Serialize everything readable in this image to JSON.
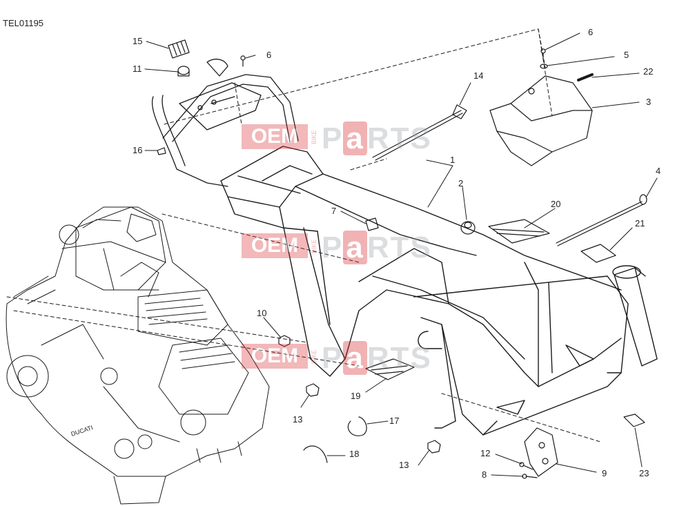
{
  "reference_code": "TEL01195",
  "watermark": {
    "brand_left": "OEM",
    "brand_vertical": "BIKE",
    "brand_right_1": "P",
    "brand_right_2": "a",
    "brand_right_3": "RTS"
  },
  "engine_logo": "DUCATI",
  "callouts": [
    {
      "id": "1",
      "label": "1"
    },
    {
      "id": "2",
      "label": "2"
    },
    {
      "id": "3",
      "label": "3"
    },
    {
      "id": "4",
      "label": "4"
    },
    {
      "id": "5",
      "label": "5"
    },
    {
      "id": "6a",
      "label": "6"
    },
    {
      "id": "6b",
      "label": "6"
    },
    {
      "id": "7",
      "label": "7"
    },
    {
      "id": "8",
      "label": "8"
    },
    {
      "id": "9",
      "label": "9"
    },
    {
      "id": "10",
      "label": "10"
    },
    {
      "id": "11",
      "label": "11"
    },
    {
      "id": "12",
      "label": "12"
    },
    {
      "id": "13a",
      "label": "13"
    },
    {
      "id": "13b",
      "label": "13"
    },
    {
      "id": "14",
      "label": "14"
    },
    {
      "id": "15",
      "label": "15"
    },
    {
      "id": "16",
      "label": "16"
    },
    {
      "id": "17",
      "label": "17"
    },
    {
      "id": "18",
      "label": "18"
    },
    {
      "id": "19",
      "label": "19"
    },
    {
      "id": "20",
      "label": "20"
    },
    {
      "id": "21",
      "label": "21"
    },
    {
      "id": "22",
      "label": "22"
    },
    {
      "id": "23",
      "label": "23"
    }
  ],
  "colors": {
    "line": "#1a1a1a",
    "watermark_red": "#d9262b",
    "watermark_grey": "#9aa0a6"
  }
}
